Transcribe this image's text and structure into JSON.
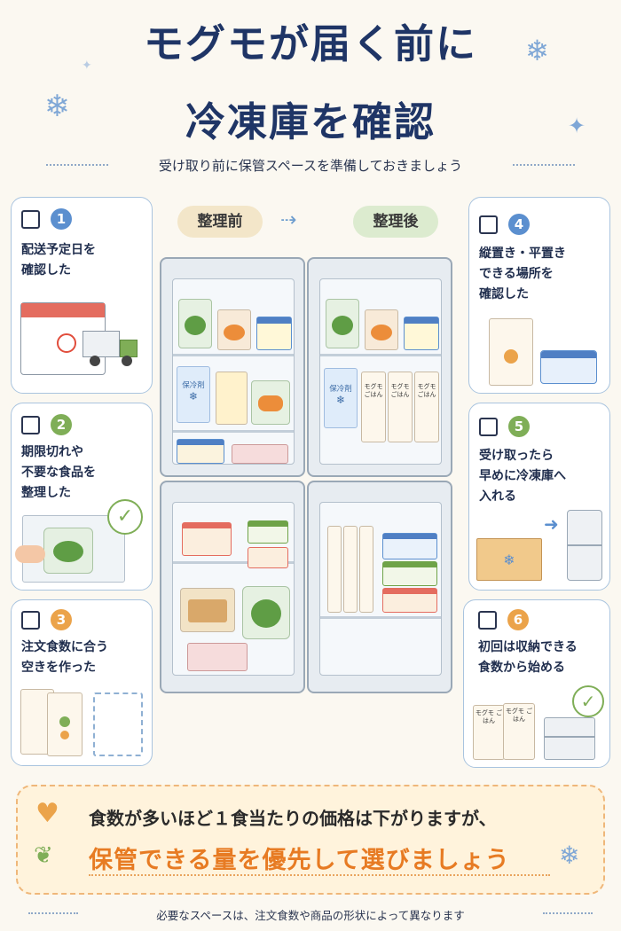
{
  "header": {
    "title_line1": "モグモが届く前に",
    "title_line2": "冷凍庫を確認",
    "subtitle": "受け取り前に保管スペースを準備しておきましょう"
  },
  "comparison": {
    "before_label": "整理前",
    "after_label": "整理後",
    "ice_pack_label": "保冷剤",
    "package_label": "モグモ ごはん"
  },
  "steps": [
    {
      "number": "1",
      "text_lines": [
        "配送予定日を",
        "確認した"
      ]
    },
    {
      "number": "2",
      "text_lines": [
        "期限切れや",
        "不要な食品を",
        "整理した"
      ]
    },
    {
      "number": "3",
      "text_lines": [
        "注文食数に合う",
        "空きを作った"
      ]
    },
    {
      "number": "4",
      "text_lines": [
        "縦置き・平置き",
        "できる場所を",
        "確認した"
      ]
    },
    {
      "number": "5",
      "text_lines": [
        "受け取ったら",
        "早めに冷凍庫へ",
        "入れる"
      ]
    },
    {
      "number": "6",
      "text_lines": [
        "初回は収納できる",
        "食数から始める"
      ]
    }
  ],
  "tip": {
    "line1": "食数が多いほど１食当たりの価格は下がりますが、",
    "line2": "保管できる量を優先して選びましょう"
  },
  "footnote": "必要なスペースは、注文食数や商品の形状によって異なります",
  "colors": {
    "title": "#1f3566",
    "accent_orange": "#e77b23",
    "card_border": "#a9c4df",
    "step_blue": "#5b8fcf",
    "step_green": "#7fae57",
    "step_orange": "#eba34a"
  }
}
